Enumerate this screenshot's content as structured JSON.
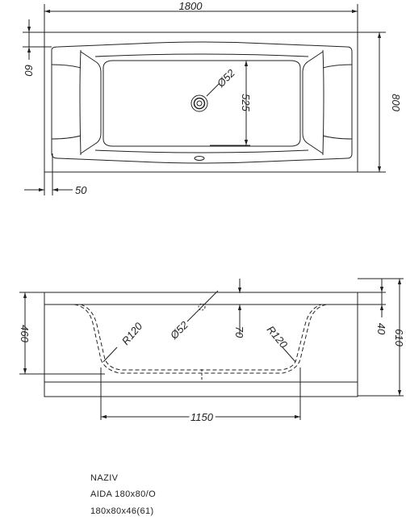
{
  "top_view": {
    "length": "1800",
    "width": "800",
    "rim": "60",
    "offset": "50",
    "inner_width": "525",
    "drain": "Ø52"
  },
  "side_view": {
    "depth": "460",
    "total_height": "610",
    "rim_height": "40",
    "step": "70",
    "bottom_length": "1150",
    "radius_left": "R120",
    "radius_right": "R120",
    "drain": "Ø52"
  },
  "caption": {
    "line1": "NAZIV",
    "line2": "AIDA 180x80/O",
    "line3": "180x80x46(61)"
  }
}
